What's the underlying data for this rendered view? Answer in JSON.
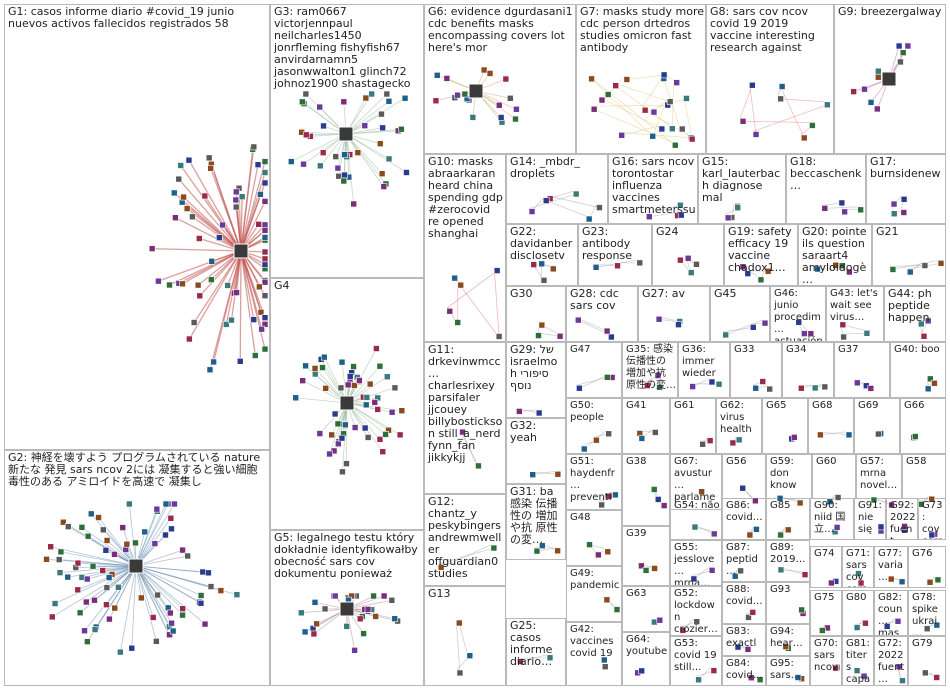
{
  "groups": [
    {
      "id": "G1",
      "label": "G1: casos informe diario #covid_19 junio nuevos activos fallecidos registrados 58",
      "nodes": 70,
      "edge": "#c0504d",
      "hub": true
    },
    {
      "id": "G2",
      "label": "G2: 神経を壊すよう プログラムされている nature 新たな 発見 sars ncov 2には 凝集すると強い細胞毒性のある アミロイドを高速で 凝集し",
      "nodes": 80,
      "edge": "#6f8fb3",
      "hub": true
    },
    {
      "id": "G3",
      "label": "G3: ram0667 victorjennpaul neilcharles1450 jonrfleming fishyfish67 anvirdarnamn5 jasonwwalton1 glinch72 johnoz1900 shastagecko",
      "nodes": 40,
      "edge": "#9ab89a",
      "hub": true
    },
    {
      "id": "G4",
      "label": "G4",
      "nodes": 55,
      "edge": "#9ab89a",
      "hub": true
    },
    {
      "id": "G5",
      "label": "G5: legalnego testu który dokładnie identyfikowałby obecność sars cov dokumentu ponieważ",
      "nodes": 30,
      "edge": "#b58a8a",
      "hub": true
    },
    {
      "id": "G6",
      "label": "G6: evidence dgurdasani1 cdc benefits masks encompassing covers lot here's mor",
      "nodes": 18,
      "edge": "#c8a36a",
      "hub": true
    },
    {
      "id": "G7",
      "label": "G7: masks study more cdc person drtedros studies omicron fast antibody",
      "nodes": 22,
      "edge": "#d6c46a",
      "hub": false
    },
    {
      "id": "G8",
      "label": "G8: sars cov ncov covid 19 2019 vaccine interesting research against",
      "nodes": 8,
      "edge": "#e07070",
      "hub": false
    },
    {
      "id": "G9",
      "label": "G9: breezergalway",
      "nodes": 10,
      "edge": "#c070a0",
      "hub": true
    },
    {
      "id": "G10",
      "label": "G10: masks abraarkaran heard china spending gdp #zerocovid re opened shanghai",
      "nodes": 6,
      "edge": "#e06060",
      "hub": false
    },
    {
      "id": "G11",
      "label": "G11: drkevinwmcc… charlesrixey parsifaler jjcouey billybostickson still_a_nerd fynn_fan jikkykjj",
      "nodes": 2,
      "edge": "#999999",
      "hub": false
    },
    {
      "id": "G12",
      "label": "G12: chantz_y peskybingers andrewmweller offguardian0 studies",
      "nodes": 2,
      "edge": "#999999",
      "hub": false
    },
    {
      "id": "G13",
      "label": "G13",
      "nodes": 3,
      "edge": "#999999",
      "hub": false
    },
    {
      "id": "G14",
      "label": "G14: _mbdr_ droplets",
      "nodes": 6,
      "edge": "#999999",
      "hub": false
    },
    {
      "id": "G15",
      "label": "G15: karl_lauterbach diagnose mal",
      "nodes": 4,
      "edge": "#999999",
      "hub": false
    },
    {
      "id": "G16",
      "label": "G16: sars ncov torontostar influenza vaccines smartmeterssu…",
      "nodes": 4,
      "edge": "#999999",
      "hub": false
    },
    {
      "id": "G17",
      "label": "G17: burnsidenew",
      "nodes": 4,
      "edge": "#999999",
      "hub": false
    },
    {
      "id": "G18",
      "label": "G18: beccaschenk…",
      "nodes": 4,
      "edge": "#999999",
      "hub": false
    },
    {
      "id": "G19",
      "label": "G19: safety efficacy 19 vaccine chadox1…",
      "nodes": 4,
      "edge": "#999999",
      "hub": false
    },
    {
      "id": "G20",
      "label": "G20: pointe ils question saraart4 amyloidogè…",
      "nodes": 4,
      "edge": "#999999",
      "hub": false
    },
    {
      "id": "G21",
      "label": "G21",
      "nodes": 4,
      "edge": "#999999",
      "hub": false
    },
    {
      "id": "G22",
      "label": "G22: davidanber disclosetv",
      "nodes": 4,
      "edge": "#999999",
      "hub": false
    },
    {
      "id": "G23",
      "label": "G23: antibody response",
      "nodes": 3,
      "edge": "#999999",
      "hub": false
    },
    {
      "id": "G24",
      "label": "G24",
      "nodes": 4,
      "edge": "#999999",
      "hub": false
    },
    {
      "id": "G25",
      "label": "G25: casos informe diario…",
      "nodes": 2,
      "edge": "#999999",
      "hub": false
    },
    {
      "id": "G27",
      "label": "G27: av",
      "nodes": 3,
      "edge": "#999999",
      "hub": false
    },
    {
      "id": "G28",
      "label": "G28: cdc sars cov",
      "nodes": 3,
      "edge": "#999999",
      "hub": false
    },
    {
      "id": "G29",
      "label": "G29: של israelmoh סיפורי נוסף",
      "nodes": 2,
      "edge": "#999999",
      "hub": false
    },
    {
      "id": "G30",
      "label": "G30",
      "nodes": 3,
      "edge": "#999999",
      "hub": false
    },
    {
      "id": "G31",
      "label": "G31: ba 感染 伝播性の 増加や抗 原性の変…",
      "nodes": 3,
      "edge": "#999999",
      "hub": false
    },
    {
      "id": "G32",
      "label": "G32: yeah",
      "nodes": 2,
      "edge": "#999999",
      "hub": false
    },
    {
      "id": "G33",
      "label": "G33",
      "nodes": 3,
      "edge": "#999999",
      "hub": false
    },
    {
      "id": "G34",
      "label": "G34",
      "nodes": 3,
      "edge": "#999999",
      "hub": false
    },
    {
      "id": "G35",
      "label": "G35: 感染 伝播性の 増加や抗 原性の変…",
      "nodes": 3,
      "edge": "#999999",
      "hub": false
    },
    {
      "id": "G36",
      "label": "G36: immer wieder",
      "nodes": 3,
      "edge": "#999999",
      "hub": false
    },
    {
      "id": "G37",
      "label": "G37",
      "nodes": 3,
      "edge": "#999999",
      "hub": false
    },
    {
      "id": "G38",
      "label": "G38",
      "nodes": 3,
      "edge": "#999999",
      "hub": false
    },
    {
      "id": "G39",
      "label": "G39",
      "nodes": 3,
      "edge": "#999999",
      "hub": false
    },
    {
      "id": "G40",
      "label": "G40: boo",
      "nodes": 3,
      "edge": "#999999",
      "hub": false
    },
    {
      "id": "G41",
      "label": "G41",
      "nodes": 3,
      "edge": "#999999",
      "hub": false
    },
    {
      "id": "G42",
      "label": "G42: vaccines covid 19",
      "nodes": 2,
      "edge": "#999999",
      "hub": false
    },
    {
      "id": "G43",
      "label": "G43: let's wait see virus…",
      "nodes": 3,
      "edge": "#999999",
      "hub": false
    },
    {
      "id": "G44",
      "label": "G44: ph peptide happen",
      "nodes": 3,
      "edge": "#999999",
      "hub": false
    },
    {
      "id": "G45",
      "label": "G45",
      "nodes": 3,
      "edge": "#999999",
      "hub": false
    },
    {
      "id": "G46",
      "label": "G46: junio procedim… actuación…",
      "nodes": 3,
      "edge": "#999999",
      "hub": false
    },
    {
      "id": "G47",
      "label": "G47",
      "nodes": 3,
      "edge": "#999999",
      "hub": false
    },
    {
      "id": "G48",
      "label": "G48",
      "nodes": 3,
      "edge": "#999999",
      "hub": false
    },
    {
      "id": "G49",
      "label": "G49: pandemic",
      "nodes": 2,
      "edge": "#999999",
      "hub": false
    },
    {
      "id": "G50",
      "label": "G50: people",
      "nodes": 3,
      "edge": "#999999",
      "hub": false
    },
    {
      "id": "G51",
      "label": "G51: haydenfr… preventi… importan…",
      "nodes": 3,
      "edge": "#999999",
      "hub": false
    },
    {
      "id": "G52",
      "label": "G52: lockdown crozier…",
      "nodes": 2,
      "edge": "#999999",
      "hub": false
    },
    {
      "id": "G53",
      "label": "G53: covid 19 still…",
      "nodes": 2,
      "edge": "#999999",
      "hub": false
    },
    {
      "id": "G54",
      "label": "G54: não",
      "nodes": 2,
      "edge": "#999999",
      "hub": false
    },
    {
      "id": "G55",
      "label": "G55: jesslove… mrna…",
      "nodes": 2,
      "edge": "#999999",
      "hub": false
    },
    {
      "id": "G56",
      "label": "G56",
      "nodes": 2,
      "edge": "#999999",
      "hub": false
    },
    {
      "id": "G57",
      "label": "G57: mrna novel…",
      "nodes": 2,
      "edge": "#999999",
      "hub": false
    },
    {
      "id": "G58",
      "label": "G58",
      "nodes": 2,
      "edge": "#999999",
      "hub": false
    },
    {
      "id": "G59",
      "label": "G59: don know",
      "nodes": 2,
      "edge": "#999999",
      "hub": false
    },
    {
      "id": "G60",
      "label": "G60",
      "nodes": 2,
      "edge": "#999999",
      "hub": false
    },
    {
      "id": "G61",
      "label": "G61",
      "nodes": 2,
      "edge": "#999999",
      "hub": false
    },
    {
      "id": "G62",
      "label": "G62: virus health",
      "nodes": 2,
      "edge": "#999999",
      "hub": false
    },
    {
      "id": "G63",
      "label": "G63",
      "nodes": 2,
      "edge": "#999999",
      "hub": false
    },
    {
      "id": "G64",
      "label": "G64: youtube",
      "nodes": 2,
      "edge": "#999999",
      "hub": false
    },
    {
      "id": "G65",
      "label": "G65",
      "nodes": 2,
      "edge": "#999999",
      "hub": false
    },
    {
      "id": "G66",
      "label": "G66",
      "nodes": 2,
      "edge": "#999999",
      "hub": false
    },
    {
      "id": "G67",
      "label": "G67: avustur… parlame…",
      "nodes": 2,
      "edge": "#999999",
      "hub": false
    },
    {
      "id": "G68",
      "label": "G68",
      "nodes": 2,
      "edge": "#999999",
      "hub": false
    },
    {
      "id": "G69",
      "label": "G69",
      "nodes": 2,
      "edge": "#999999",
      "hub": false
    },
    {
      "id": "G70",
      "label": "G70: sars ncov",
      "nodes": 2,
      "edge": "#999999",
      "hub": false
    },
    {
      "id": "G71",
      "label": "G71: sars cov coron…",
      "nodes": 2,
      "edge": "#999999",
      "hub": false
    },
    {
      "id": "G72",
      "label": "G72: 2022 fuent…",
      "nodes": 2,
      "edge": "#999999",
      "hub": false
    },
    {
      "id": "G73",
      "label": "G73: cov coro…",
      "nodes": 2,
      "edge": "#999999",
      "hub": false
    },
    {
      "id": "G74",
      "label": "G74",
      "nodes": 2,
      "edge": "#999999",
      "hub": false
    },
    {
      "id": "G75",
      "label": "G75",
      "nodes": 2,
      "edge": "#999999",
      "hub": false
    },
    {
      "id": "G76",
      "label": "G76",
      "nodes": 2,
      "edge": "#999999",
      "hub": false
    },
    {
      "id": "G77",
      "label": "G77: varia…",
      "nodes": 2,
      "edge": "#999999",
      "hub": false
    },
    {
      "id": "G78",
      "label": "G78: spike ukrai…",
      "nodes": 2,
      "edge": "#999999",
      "hub": false
    },
    {
      "id": "G79",
      "label": "G79",
      "nodes": 2,
      "edge": "#999999",
      "hub": false
    },
    {
      "id": "G80",
      "label": "G80",
      "nodes": 2,
      "edge": "#999999",
      "hub": false
    },
    {
      "id": "G81",
      "label": "G81: titers capa…",
      "nodes": 2,
      "edge": "#999999",
      "hub": false
    },
    {
      "id": "G82",
      "label": "G82: coun… mas…",
      "nodes": 2,
      "edge": "#999999",
      "hub": false
    },
    {
      "id": "G83",
      "label": "G83: exactl…",
      "nodes": 2,
      "edge": "#999999",
      "hub": false
    },
    {
      "id": "G84",
      "label": "G84: covid…",
      "nodes": 2,
      "edge": "#999999",
      "hub": false
    },
    {
      "id": "G85",
      "label": "G85",
      "nodes": 2,
      "edge": "#999999",
      "hub": false
    },
    {
      "id": "G86",
      "label": "G86: covid…",
      "nodes": 2,
      "edge": "#999999",
      "hub": false
    },
    {
      "id": "G87",
      "label": "G87: peptid…",
      "nodes": 2,
      "edge": "#999999",
      "hub": false
    },
    {
      "id": "G88",
      "label": "G88: covid…",
      "nodes": 2,
      "edge": "#999999",
      "hub": false
    },
    {
      "id": "G89",
      "label": "G89: 2019…",
      "nodes": 2,
      "edge": "#999999",
      "hub": false
    },
    {
      "id": "G90",
      "label": "G90: niid 国立…",
      "nodes": 2,
      "edge": "#999999",
      "hub": false
    },
    {
      "id": "G91",
      "label": "G91: nie się",
      "nodes": 2,
      "edge": "#999999",
      "hub": false
    },
    {
      "id": "G92",
      "label": "G92: 2022 fuent…",
      "nodes": 2,
      "edge": "#999999",
      "hub": false
    },
    {
      "id": "G93",
      "label": "G93",
      "nodes": 2,
      "edge": "#999999",
      "hub": false
    },
    {
      "id": "G94",
      "label": "G94: hear…",
      "nodes": 2,
      "edge": "#999999",
      "hub": false
    },
    {
      "id": "G95",
      "label": "G95: sars…",
      "nodes": 2,
      "edge": "#999999",
      "hub": false
    }
  ]
}
